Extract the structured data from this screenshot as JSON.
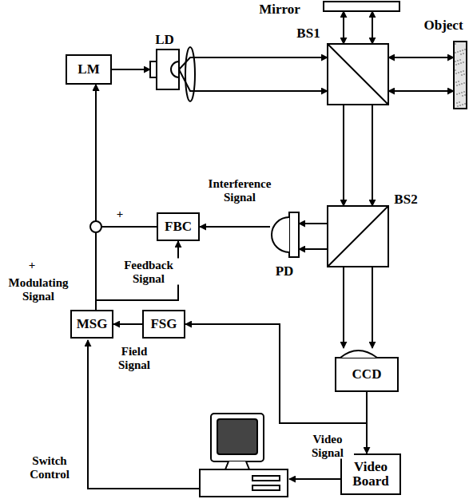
{
  "diagram": {
    "nodes": [
      {
        "text": [
          "LM"
        ]
      },
      {
        "text": [
          "LD"
        ]
      },
      {
        "text": [
          "Mirror"
        ]
      },
      {
        "text": [
          "BS1"
        ]
      },
      {
        "text": [
          "Object"
        ]
      },
      {
        "text": [
          "BS2"
        ]
      },
      {
        "text": [
          "PD"
        ]
      },
      {
        "text": [
          "FBC"
        ]
      },
      {
        "text": [
          "MSG"
        ]
      },
      {
        "text": [
          "FSG"
        ]
      },
      {
        "text": [
          "CCD"
        ]
      },
      {
        "text": [
          "Video Board"
        ]
      }
    ],
    "edges": [
      {
        "from": 0,
        "to": 1,
        "arrow": "to"
      },
      {
        "from": 1,
        "to": 3,
        "arrow": "to"
      },
      {
        "from": 3,
        "to": 2,
        "arrow": "both"
      },
      {
        "from": 3,
        "to": 4,
        "arrow": "both"
      },
      {
        "from": 3,
        "to": 5,
        "arrow": "to"
      },
      {
        "from": 5,
        "to": 6,
        "arrow": "to"
      },
      {
        "from": 5,
        "to": 10,
        "arrow": "to"
      },
      {
        "from": 6,
        "to": 7,
        "label": "Interference Signal",
        "arrow": "to"
      },
      {
        "from": 7,
        "to": 0,
        "arrow": "to"
      },
      {
        "from": 8,
        "to": 0,
        "label": "Modulating Signal",
        "arrow": "to"
      },
      {
        "from": 8,
        "to": 7,
        "label": "Feedback Signal",
        "arrow": "to"
      },
      {
        "from": 9,
        "to": 8,
        "label": "Field Signal",
        "arrow": "to"
      },
      {
        "from": 10,
        "to": 9,
        "arrow": "to"
      },
      {
        "from": 10,
        "to": 11,
        "label": "Video Signal",
        "arrow": "to"
      }
    ],
    "labels": [
      "+",
      "+",
      "Switch Control"
    ]
  }
}
